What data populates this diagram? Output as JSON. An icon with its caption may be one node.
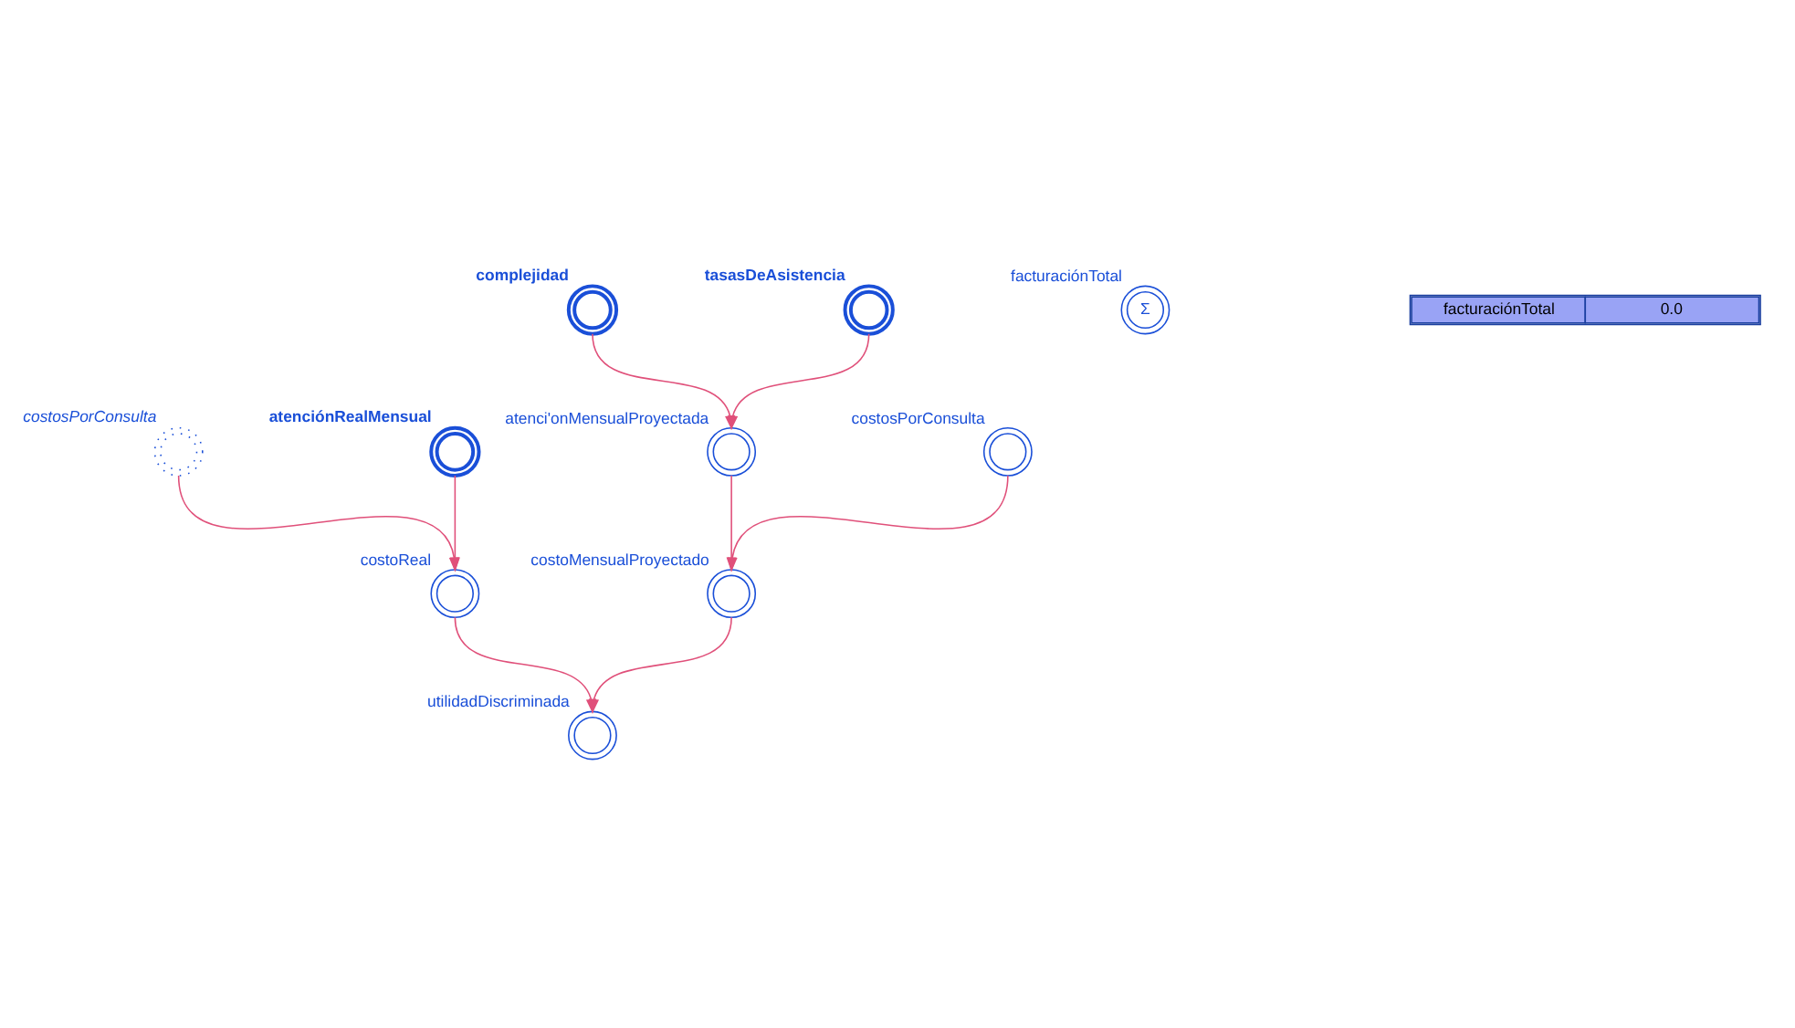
{
  "diagram": {
    "nodes": [
      {
        "text": [
          "costosPorConsulta"
        ]
      },
      {
        "text": [
          "Σ",
          "facturaciónTotal"
        ]
      },
      {
        "text": [
          "costoReal"
        ]
      },
      {
        "text": [
          "atenciónRealMensual"
        ]
      },
      {
        "text": [
          "complejidad"
        ]
      },
      {
        "text": [
          "utilidadDiscriminada"
        ]
      },
      {
        "text": [
          "atenci'onMensualProyectada"
        ]
      },
      {
        "text": [
          "tasasDeAsistencia"
        ]
      },
      {
        "text": [
          "costoMensualProyectado"
        ]
      },
      {
        "text": [
          "costosPorConsulta"
        ]
      }
    ],
    "edges": [
      {
        "from": 0,
        "to": 2,
        "arrow": "to"
      },
      {
        "from": 3,
        "to": 2,
        "arrow": "to"
      },
      {
        "from": 2,
        "to": 5,
        "arrow": "to"
      },
      {
        "from": 4,
        "to": 6,
        "arrow": "to"
      },
      {
        "from": 7,
        "to": 6,
        "arrow": "to"
      },
      {
        "from": 6,
        "to": 8,
        "arrow": "to"
      },
      {
        "from": 9,
        "to": 8,
        "arrow": "to"
      },
      {
        "from": 8,
        "to": 5,
        "arrow": "to"
      }
    ],
    "labels": [
      "facturaciónTotal",
      "0.0"
    ]
  }
}
